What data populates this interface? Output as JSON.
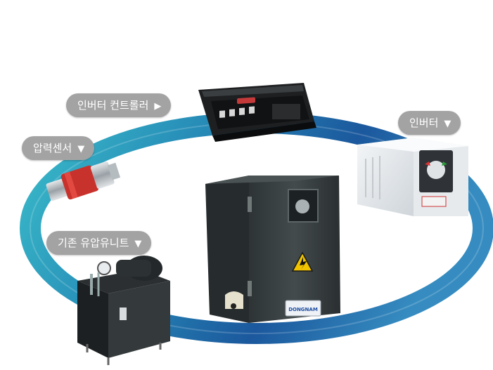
{
  "labels": {
    "controller": {
      "text": "인버터 컨트롤러",
      "arrow": "▶"
    },
    "inverter": {
      "text": "인버터",
      "arrow": "▼"
    },
    "sensor": {
      "text": "압력센서",
      "arrow": "▼"
    },
    "hydraulic": {
      "text": "기존 유압유니트",
      "arrow": "▼"
    }
  },
  "brand_badge": "DONGNAM",
  "colors": {
    "ring_outer": "#0d2f7a",
    "ring_mid": "#1d7fb8",
    "ring_inner": "#2fb3c9",
    "pill_bg": "#a3a3a3",
    "enclosure": "#3b4244",
    "warning": "#f2c400"
  }
}
